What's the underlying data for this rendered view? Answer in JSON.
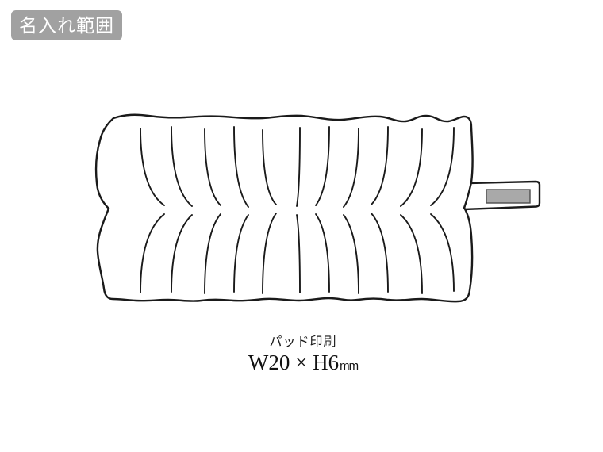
{
  "badge": {
    "label": "名入れ範囲",
    "bg_color": "#a1a1a1",
    "text_color": "#ffffff"
  },
  "caption": {
    "method": "パッド印刷",
    "size": "W20 × H6",
    "unit": "mm"
  },
  "print_area": {
    "fill_color": "#a9a9a9",
    "border_color": "#4d4d4d"
  },
  "drawing": {
    "line_color": "#1a1a1a",
    "subject": "quilted-pouch-with-tab"
  }
}
